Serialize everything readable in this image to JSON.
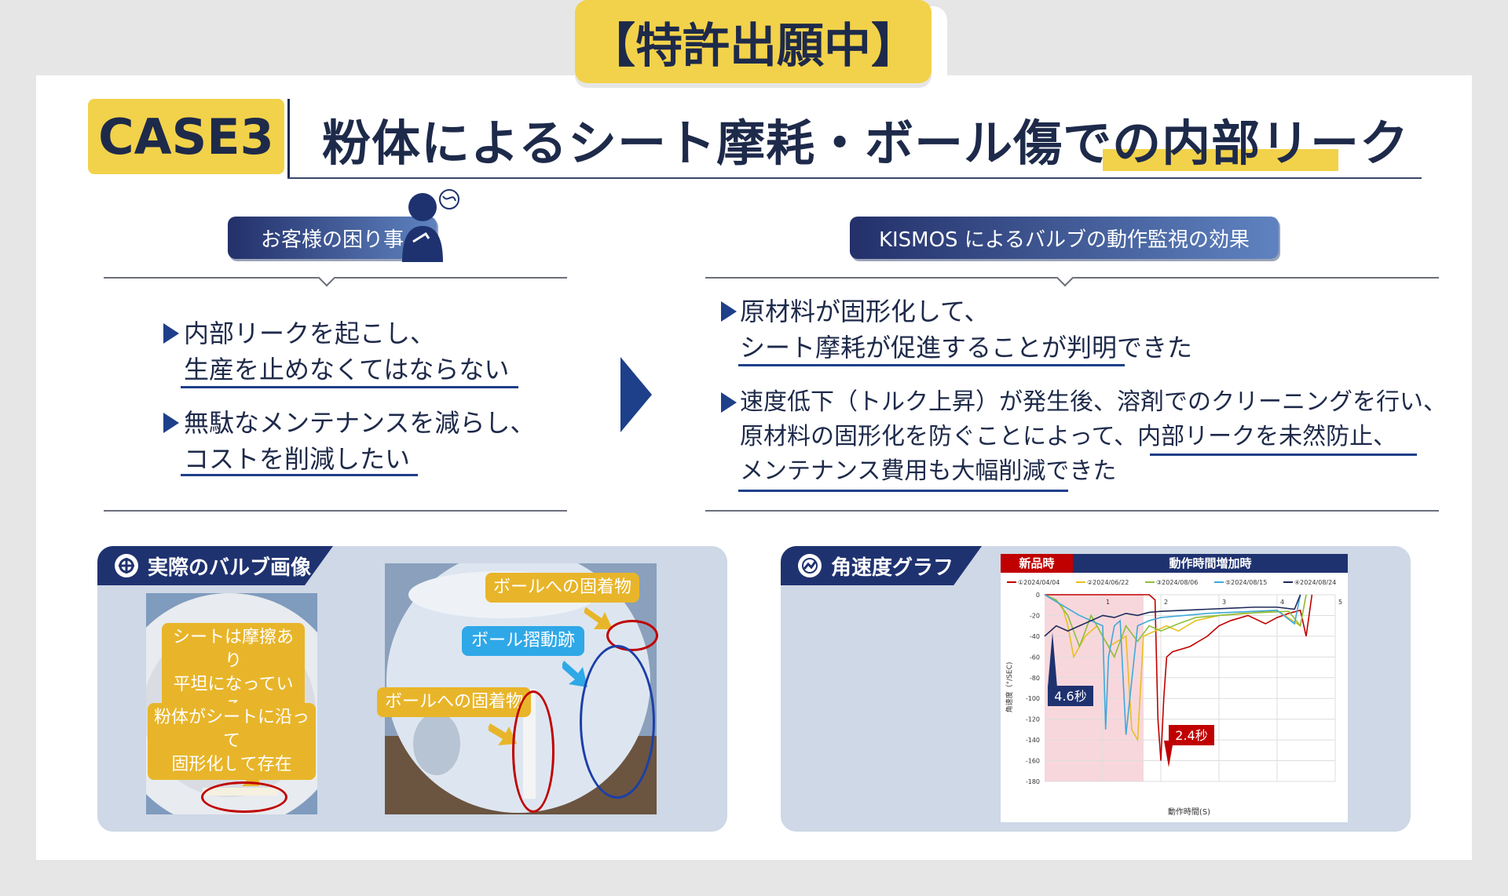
{
  "header": {
    "patent_label": "【特許出願中】",
    "case_label": "CASE3",
    "title": "粉体によるシート摩耗・ボール傷での内部リーク"
  },
  "left_section": {
    "pill": "お客様の困り事",
    "bullets": [
      {
        "line1": "内部リークを起こし、",
        "line2": "生産を止めなくてはならない"
      },
      {
        "line1": "無駄なメンテナンスを減らし、",
        "line2": "コストを削減したい"
      }
    ]
  },
  "right_section": {
    "pill": "KISMOS によるバルブの動作監視の効果",
    "bullets": [
      {
        "line1": "原材料が固形化して、",
        "line2": "シート摩耗が促進することが判明できた"
      },
      {
        "line1": "速度低下（トルク上昇）が発生後、溶剤でのクリーニングを行い、",
        "line2": "原材料の固形化を防ぐことによって、内部リークを未然防止、",
        "line3": "メンテナンス費用も大幅削減できた"
      }
    ]
  },
  "valve_panel": {
    "tab": "実際のバルブ画像",
    "photo1_callouts": [
      "シートは摩擦あり",
      "平坦になっている",
      "粉体がシートに沿って",
      "固形化して存在"
    ],
    "photo2_callouts": [
      "ボールへの固着物",
      "ボール摺動跡",
      "ボールへの固着物"
    ]
  },
  "graph_panel": {
    "tab": "角速度グラフ",
    "header_new": "新品時",
    "header_increase": "動作時間増加時",
    "colors": {
      "accent": "#1f3270",
      "yellow": "#f2d24a",
      "red": "#c00000"
    }
  },
  "chart_data": {
    "type": "line",
    "title": "",
    "xlabel": "動作時間(S)",
    "ylabel": "角速度（°/SEC)",
    "xlim": [
      0,
      5
    ],
    "ylim": [
      -180,
      0
    ],
    "x_ticks": [
      "1",
      "2",
      "3",
      "4",
      "5"
    ],
    "y_ticks": [
      "0",
      "-20",
      "-40",
      "-60",
      "-80",
      "-100",
      "-120",
      "-140",
      "-160",
      "-180"
    ],
    "grid": true,
    "legend_position": "top",
    "annotations": [
      "4.6秒",
      "2.4秒"
    ],
    "series": [
      {
        "name": "①2024/04/04",
        "color": "#c00000",
        "x": [
          0,
          0.1,
          1.8,
          1.9,
          1.95,
          2.0,
          2.05,
          2.1,
          2.2,
          2.5,
          2.8,
          3.0,
          3.2,
          3.5,
          3.8,
          4.0,
          4.2,
          4.4,
          4.5,
          4.6
        ],
        "y": [
          0,
          0,
          0,
          -5,
          -120,
          -160,
          -100,
          -60,
          -55,
          -50,
          -40,
          -30,
          -25,
          -20,
          -28,
          -22,
          -18,
          -15,
          -40,
          0
        ]
      },
      {
        "name": "②2024/06/22",
        "color": "#e8c020",
        "x": [
          0,
          0.3,
          0.4,
          0.5,
          0.7,
          0.9,
          1.1,
          1.4,
          1.5,
          1.6,
          1.7,
          1.9,
          2.1,
          2.3,
          2.6,
          3.0,
          3.5,
          4.0,
          4.4,
          4.5
        ],
        "y": [
          0,
          -10,
          -30,
          -60,
          -40,
          -30,
          -50,
          -40,
          -130,
          -140,
          -40,
          -35,
          -30,
          -35,
          -25,
          -20,
          -18,
          -15,
          -30,
          0
        ]
      },
      {
        "name": "③2024/08/06",
        "color": "#8fbf3a",
        "x": [
          0,
          0.2,
          0.4,
          0.6,
          0.8,
          1.0,
          1.2,
          1.4,
          1.6,
          1.8,
          2.0,
          2.3,
          2.6,
          3.0,
          3.4,
          3.8,
          4.2,
          4.4,
          4.5
        ],
        "y": [
          0,
          -5,
          -20,
          -50,
          -20,
          -40,
          -60,
          -30,
          -45,
          -30,
          -35,
          -28,
          -22,
          -20,
          -18,
          -17,
          -16,
          -30,
          0
        ]
      },
      {
        "name": "⑤2024/08/15",
        "color": "#3fa9d9",
        "x": [
          0,
          0.3,
          0.6,
          0.8,
          1.0,
          1.05,
          1.1,
          1.2,
          1.3,
          1.4,
          1.6,
          1.8,
          2.0,
          2.4,
          2.8,
          3.2,
          3.6,
          4.0,
          4.3,
          4.4
        ],
        "y": [
          0,
          -10,
          -20,
          -25,
          -30,
          -130,
          -60,
          -30,
          -25,
          -135,
          -30,
          -25,
          -22,
          -20,
          -18,
          -17,
          -16,
          -15,
          -28,
          0
        ]
      },
      {
        "name": "④2024/08/24",
        "color": "#1f2a5a",
        "x": [
          0,
          0.2,
          0.4,
          0.6,
          0.8,
          1.0,
          1.2,
          1.4,
          1.6,
          1.8,
          2.0,
          2.4,
          2.8,
          3.2,
          3.6,
          4.0,
          4.3,
          4.4
        ],
        "y": [
          -40,
          -30,
          -35,
          -30,
          -25,
          -20,
          -22,
          -18,
          -20,
          -17,
          -16,
          -15,
          -14,
          -13,
          -12,
          -12,
          -14,
          0
        ]
      }
    ]
  }
}
